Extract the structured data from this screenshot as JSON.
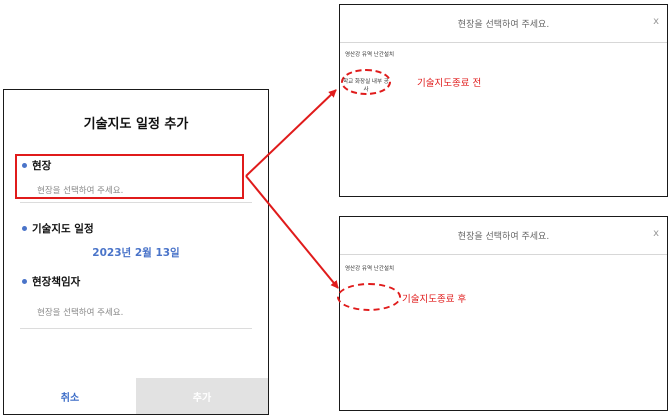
{
  "dialog": {
    "title": "기술지도 일정 추가",
    "site": {
      "label": "현장",
      "placeholder": "현장을 선택하여 주세요."
    },
    "schedule": {
      "label": "기술지도 일정",
      "date": "2023년 2월 13일"
    },
    "manager": {
      "label": "현장책임자",
      "placeholder": "현장을 선택하여 주세요."
    },
    "buttons": {
      "cancel": "취소",
      "add": "추가"
    }
  },
  "panel_before": {
    "title": "현장을 선택하여 주세요.",
    "close": "x",
    "site_name": "영산강 유역 난간설치",
    "item": "학교 화장실 내부 공사",
    "annotation": "기술지도종료 전"
  },
  "panel_after": {
    "title": "현장을 선택하여 주세요.",
    "close": "x",
    "site_name": "영산강 유역 난간설치",
    "annotation": "기술지도종료 후"
  },
  "colors": {
    "accent_blue": "#4a74c9",
    "highlight_red": "#e01b1b",
    "disabled_gray": "#e2e2e2"
  }
}
